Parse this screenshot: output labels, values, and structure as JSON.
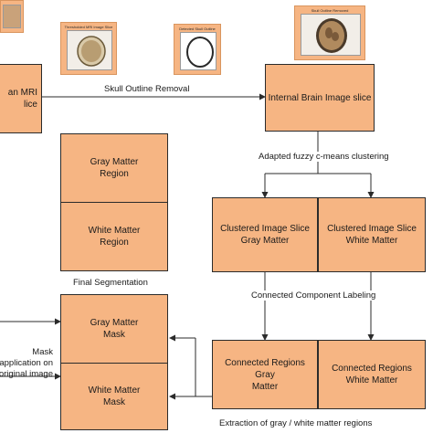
{
  "boxes": {
    "mri": "an MRI\nlice",
    "internal": "Internal Brain Image slice",
    "gray_region": "Gray Matter\nRegion",
    "white_region": "White Matter\nRegion",
    "clustered_gray": "Clustered Image Slice\nGray Matter",
    "clustered_white": "Clustered Image Slice\nWhite Matter",
    "gray_mask": "Gray Matter\nMask",
    "white_mask": "White Matter\nMask",
    "connected_gray": "Connected Regions Gray\nMatter",
    "connected_white": "Connected Regions\nWhite Matter"
  },
  "thumbnails": {
    "thresholded": "Thresholded MRI Image Slice",
    "skull": "Detected Skull Outline",
    "removed": "Skull Outline Removed"
  },
  "labels": {
    "skull_removal": "Skull Outline Removal",
    "fuzzy": "Adapted fuzzy c-means clustering",
    "final_seg": "Final Segmentation",
    "ccl": "Connected Component Labeling",
    "mask_app": "Mask\napplication on\noriginal image",
    "extraction": "Extraction of gray / white matter regions"
  },
  "colors": {
    "box_fill": "#f6b583",
    "stroke": "#2b2b2b"
  }
}
